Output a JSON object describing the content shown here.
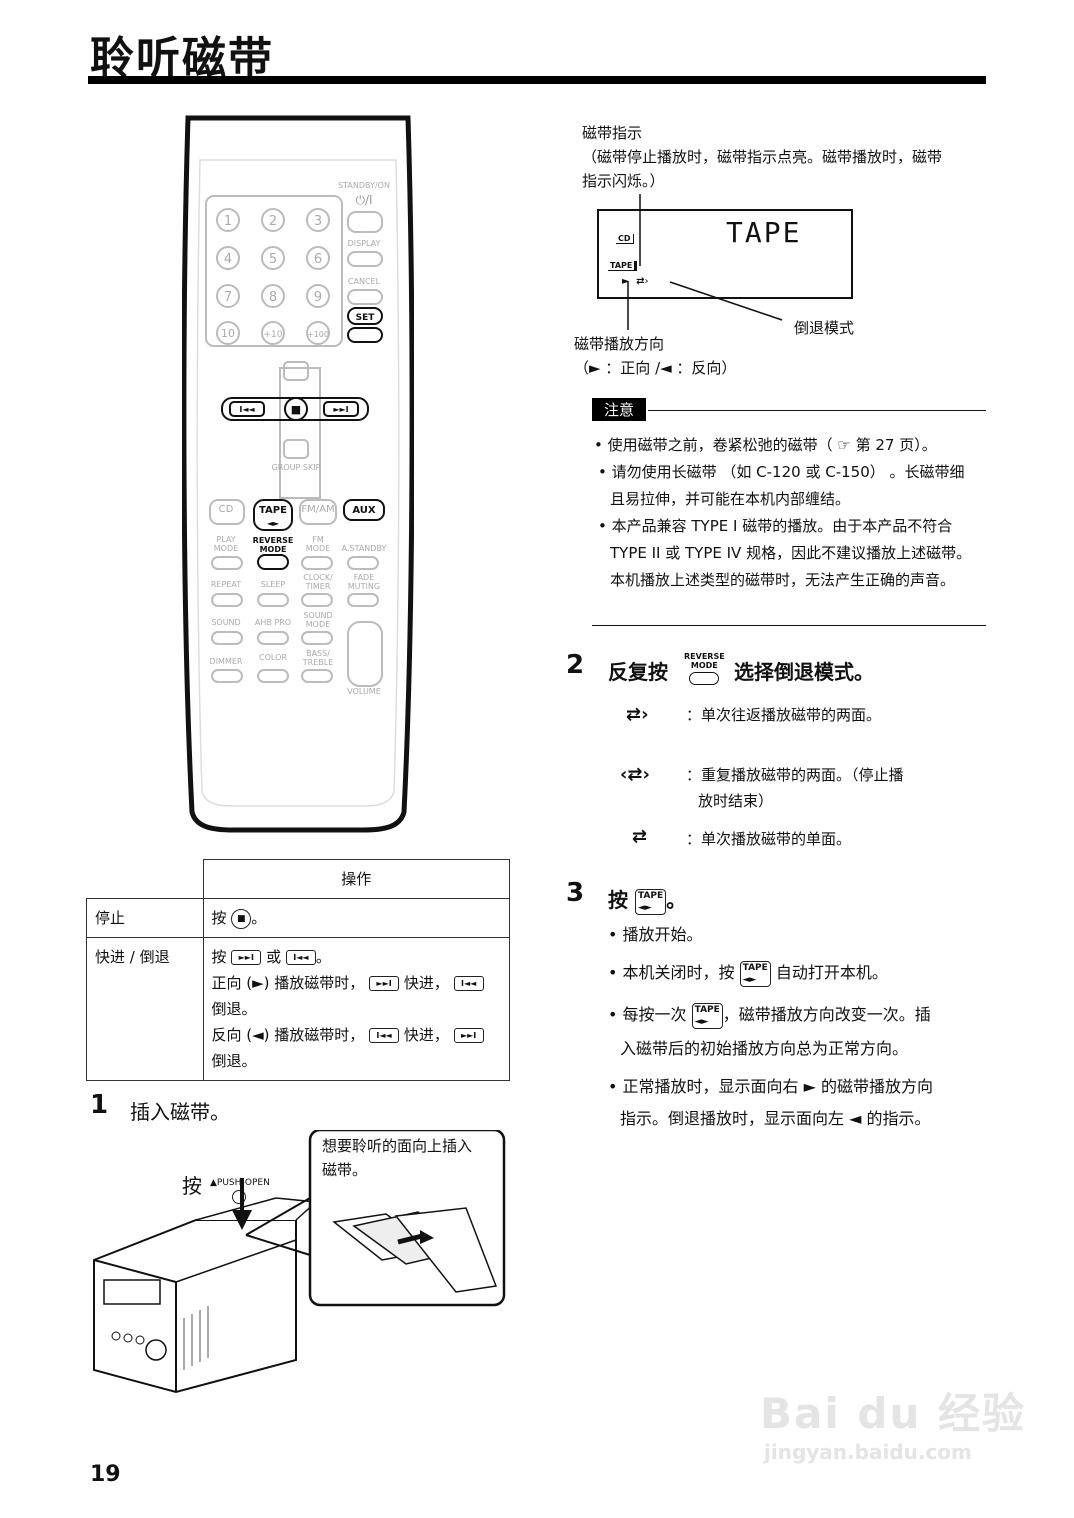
{
  "page_title": "聆听磁带",
  "page_number": "19",
  "remote": {
    "standby_label": "STANDBY/ON",
    "standby_symbol": "⏻/I",
    "display_label": "DISPLAY",
    "cancel_label": "CANCEL",
    "set_label": "SET",
    "numbers": [
      "1",
      "2",
      "3",
      "4",
      "5",
      "6",
      "7",
      "8",
      "9",
      "10",
      "+10",
      "+100"
    ],
    "group_skip": "GROUP SKIP",
    "source_buttons": [
      "CD",
      "TAPE",
      "FM/AM",
      "AUX"
    ],
    "row2_labels": [
      "PLAY MODE",
      "REVERSE MODE",
      "FM MODE",
      "A.STANDBY"
    ],
    "row3_labels": [
      "REPEAT",
      "SLEEP",
      "CLOCK/ TIMER",
      "FADE MUTING"
    ],
    "row4_labels": [
      "SOUND",
      "AHB PRO",
      "SOUND MODE"
    ],
    "row5_labels": [
      "DIMMER",
      "COLOR",
      "BASS/ TREBLE"
    ],
    "volume_label": "VOLUME"
  },
  "display_diagram": {
    "indicator_title": "磁带指示",
    "indicator_desc_1": "（磁带停止播放时，磁带指示点亮。磁带播放时，磁带",
    "indicator_desc_2": "指示闪烁。）",
    "display_text": "TAPE",
    "cd_label": "CD",
    "tape_label": "TAPE",
    "reverse_label": "倒退模式",
    "direction_title": "磁带播放方向",
    "direction_desc": "（► ：正向 /◄ ：反向）"
  },
  "note": {
    "label": "注意",
    "items": [
      "使用磁带之前，卷紧松弛的磁带（ ☞ 第 27 页）。",
      "请勿使用长磁带 （如 C-120 或 C-150） 。长磁带细且易拉伸，并可能在本机内部缠结。",
      "本产品兼容 TYPE I 磁带的播放。由于本产品不符合 TYPE II 或 TYPE IV 规格，因此不建议播放上述磁带。本机播放上述类型的磁带时，无法产生正确的声音。"
    ]
  },
  "ops_table": {
    "header": "操作",
    "stop_label": "停止",
    "stop_text": "按",
    "ff_label": "快进 / 倒退",
    "ff_line1_a": "按",
    "ff_line1_or": "或",
    "ff_line2": "正向 (►) 播放磁带时，",
    "ff_line2_b": "快进，",
    "ff_line3": "倒退。",
    "ff_line4": "反向 (◄) 播放磁带时，",
    "ff_line4_b": "快进，",
    "ff_line5": "倒退。"
  },
  "step1": {
    "num": "1",
    "text": "插入磁带。",
    "press": "按",
    "push_open": "▲PUSH-OPEN",
    "callout_1": "想要聆听的面向上插入",
    "callout_2": "磁带。"
  },
  "step2": {
    "num": "2",
    "text_a": "反复按",
    "text_b": "选择倒退模式。",
    "mode1": "：单次往返播放磁带的两面。",
    "mode2a": "：重复播放磁带的两面。（停止播",
    "mode2b": "放时结束）",
    "mode3": "：单次播放磁带的单面。"
  },
  "step3": {
    "num": "3",
    "text": "按",
    "b1": "播放开始。",
    "b2a": "本机关闭时，按",
    "b2b": "自动打开本机。",
    "b3a": "每按一次",
    "b3b": "，磁带播放方向改变一次。插",
    "b3c": "入磁带后的初始播放方向总为正常方向。",
    "b4a": "正常播放时，显示面向右 ► 的磁带播放方向",
    "b4b": "指示。倒退播放时，显示面向左 ◄ 的指示。"
  },
  "watermark": {
    "brand": "Bai du 经验",
    "url": "jingyan.baidu.com"
  }
}
